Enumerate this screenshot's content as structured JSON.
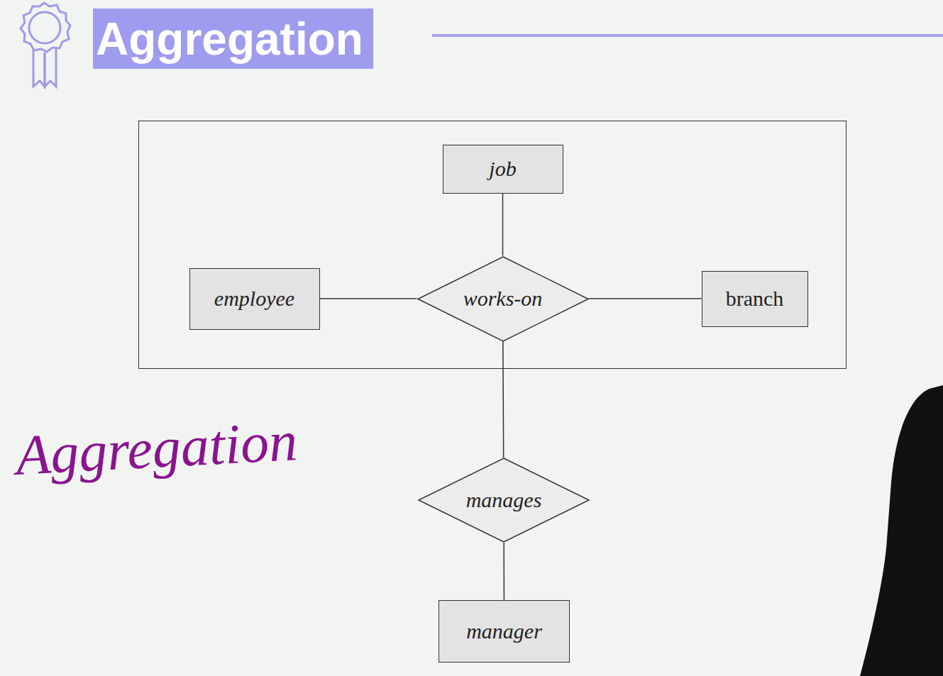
{
  "diagram": {
    "title": "Aggregation",
    "nodes": [
      {
        "text": []
      },
      {
        "text": [
          "job"
        ],
        "in": 0
      },
      {
        "text": [
          "employee"
        ],
        "in": 0
      },
      {
        "text": [
          "works-on"
        ],
        "in": 0
      },
      {
        "text": [
          "branch"
        ],
        "in": 0
      },
      {
        "text": [
          "manages"
        ]
      },
      {
        "text": [
          "manager"
        ]
      }
    ],
    "edges": [
      {
        "from": 1,
        "to": 3,
        "arrow": "none"
      },
      {
        "from": 2,
        "to": 3,
        "arrow": "none"
      },
      {
        "from": 3,
        "to": 4,
        "arrow": "none"
      },
      {
        "from": 3,
        "to": 5,
        "arrow": "none"
      },
      {
        "from": 5,
        "to": 6,
        "arrow": "none"
      }
    ],
    "labels": [
      "Aggregation"
    ]
  }
}
